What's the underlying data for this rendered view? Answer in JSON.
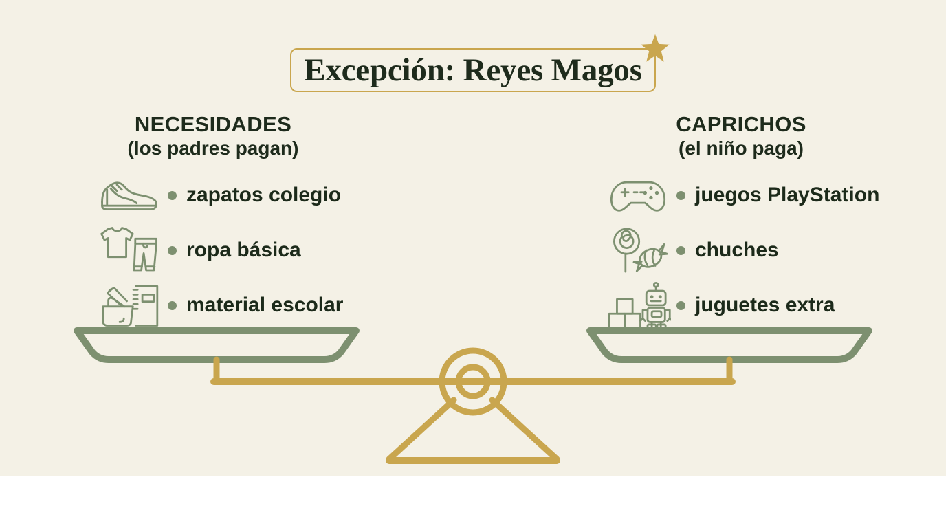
{
  "slide": {
    "title": "Excepción: Reyes Magos",
    "background_color": "#f4f1e6",
    "accent_gold": "#c9a64e",
    "accent_green": "#7d9070",
    "text_color": "#1e2b1c"
  },
  "left_column": {
    "heading": "NECESIDADES",
    "subheading": "(los padres pagan)",
    "items": [
      {
        "label": "zapatos colegio",
        "icon": "shoe-icon"
      },
      {
        "label": "ropa básica",
        "icon": "clothes-icon"
      },
      {
        "label": "material escolar",
        "icon": "school-supplies-icon"
      }
    ]
  },
  "right_column": {
    "heading": "CAPRICHOS",
    "subheading": "(el niño paga)",
    "items": [
      {
        "label": "juegos PlayStation",
        "icon": "gamepad-icon"
      },
      {
        "label": "chuches",
        "icon": "candy-icon"
      },
      {
        "label": "juguetes extra",
        "icon": "toys-robot-icon"
      }
    ]
  },
  "decoration": {
    "star": "star-icon",
    "scale": "balance-scale-graphic"
  }
}
